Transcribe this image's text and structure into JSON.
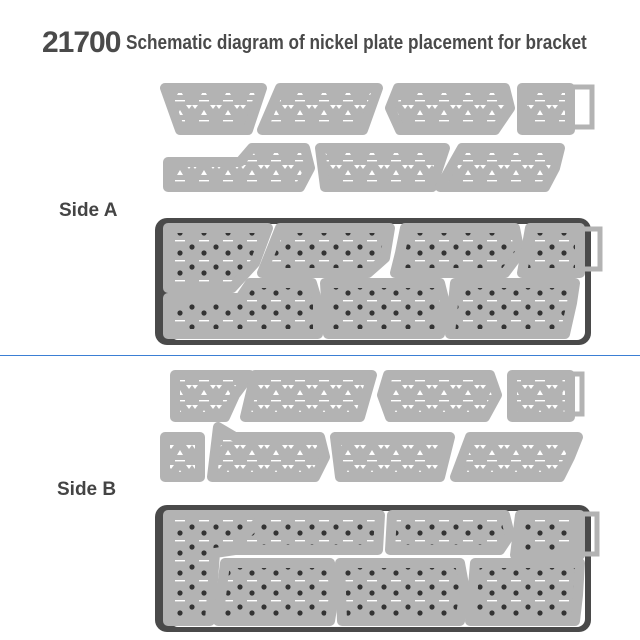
{
  "title": {
    "number": "21700",
    "text": "Schematic diagram of nickel plate placement for bracket"
  },
  "sides": [
    {
      "label": "Side A"
    },
    {
      "label": "Side B"
    }
  ],
  "colors": {
    "plate": "#b3b3b3",
    "bracket": "#4a4a4a",
    "divider": "#3b7fd4",
    "text": "#4a4a4a"
  }
}
